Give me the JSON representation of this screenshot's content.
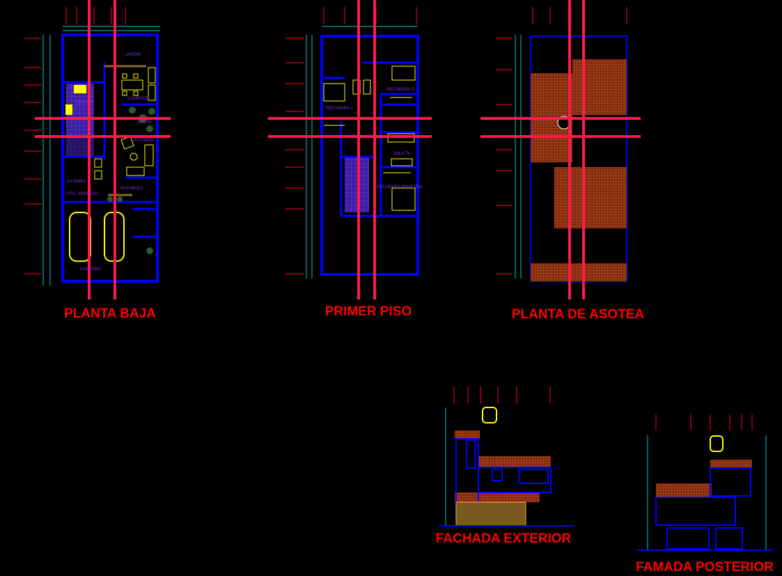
{
  "colors": {
    "background": "#000000",
    "walls": "#0000ff",
    "axes": "#ff0033",
    "titles": "#ff0000",
    "furniture": "#ffff00",
    "labels": "#8a2be2",
    "hatch": "#c0451a",
    "dimensions": "#00cccc"
  },
  "drawings": {
    "planta_baja": {
      "title": "PLANTA BAJA",
      "rooms": [
        "JARDIN",
        "COMEDOR",
        "COCINA",
        "JARDIN",
        "ESTANCIA",
        "VESTIBULO",
        "1/2 BAÑO",
        "PTO. SERVICIO",
        "COCHERA"
      ]
    },
    "primer_piso": {
      "title": "PRIMER PISO",
      "rooms": [
        "RECAMARA 2",
        "RECAMARA 1",
        "SALA TV",
        "RECAMARA PRINCIPAL"
      ]
    },
    "planta_asotea": {
      "title": "PLANTA DE ASOTEA"
    },
    "fachada_exterior": {
      "title": "FACHADA EXTERIOR"
    },
    "fachada_posterior": {
      "title": "FAMADA POSTERIOR"
    }
  }
}
